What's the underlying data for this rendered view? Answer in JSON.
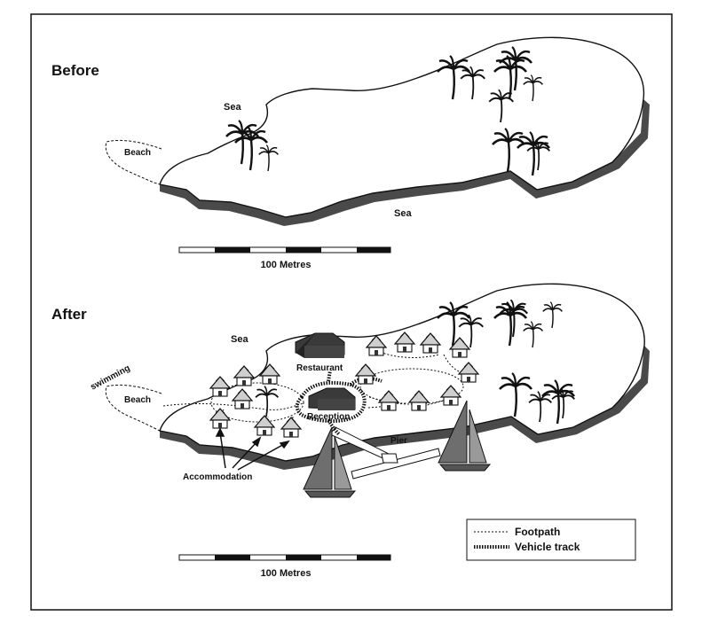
{
  "before": {
    "heading": "Before",
    "labels": {
      "sea_top": "Sea",
      "sea_bottom": "Sea",
      "beach": "Beach"
    },
    "scale_label": "100 Metres"
  },
  "after": {
    "heading": "After",
    "labels": {
      "sea": "Sea",
      "beach": "Beach",
      "swimming": "swimming",
      "restaurant": "Restaurant",
      "reception": "Reception",
      "pier": "Pier",
      "accommodation": "Accommodation"
    },
    "scale_label": "100 Metres"
  },
  "legend": {
    "footpath": "Footpath",
    "vehicle_track": "Vehicle track"
  },
  "icons": {
    "palm": "palm-tree-icon",
    "hut": "hut-icon",
    "boat": "sailboat-icon",
    "building": "building-icon"
  },
  "colors": {
    "ink": "#111111",
    "shade": "#4a4a4a",
    "boat": "#6e6e6e"
  }
}
